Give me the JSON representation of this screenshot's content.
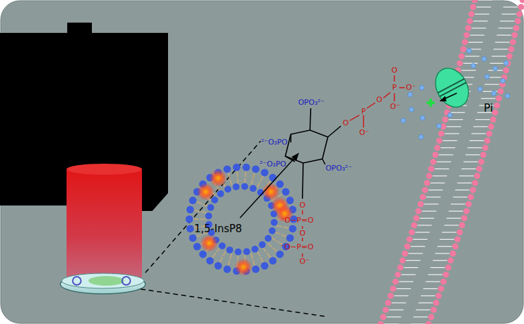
{
  "diagram": {
    "labels": [
      "OPO₃²⁻",
      "²⁻O₃PO",
      "²⁻O₃PO",
      "OPO₃²⁻",
      "O",
      "P",
      "O⁻",
      "O",
      "P",
      "O",
      "O⁻",
      "O⁻",
      "O",
      "⁻O−P=O",
      "O",
      "⁻O−P=O",
      "O⁻",
      "1,5-InsP8",
      "Pi"
    ]
  }
}
